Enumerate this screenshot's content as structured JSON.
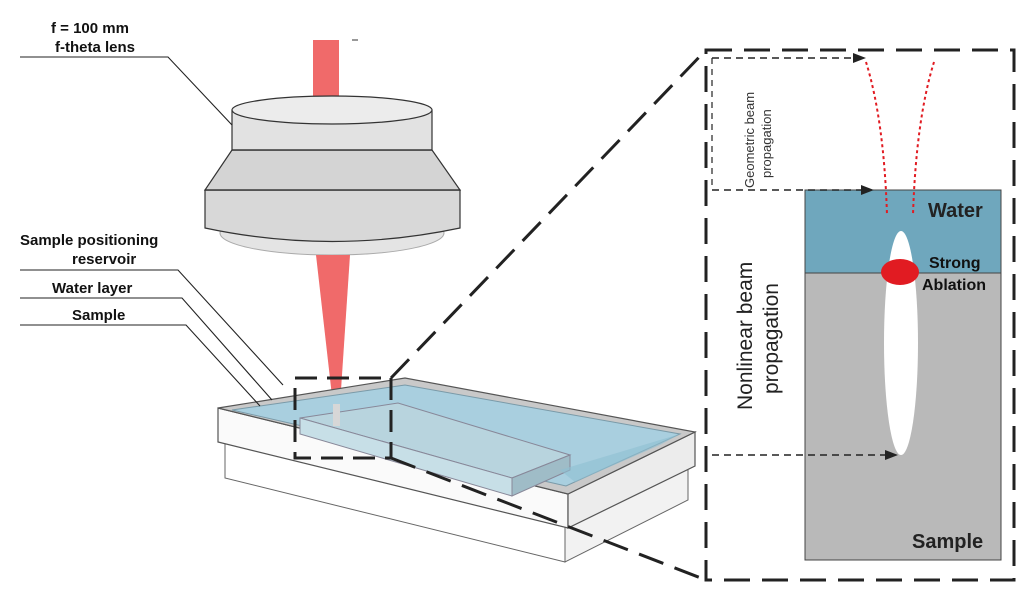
{
  "labels": {
    "lens_line1": "f = 100 mm",
    "lens_line2": "f-theta lens",
    "reservoir_line1": "Sample positioning",
    "reservoir_line2": "reservoir",
    "water_layer": "Water layer",
    "sample": "Sample"
  },
  "inset": {
    "water": "Water",
    "strong": "Strong",
    "ablation": "Ablation",
    "sample": "Sample",
    "geometric_line1": "Geometric beam",
    "geometric_line2": "propagation",
    "nonlinear_line1": "Nonlinear beam",
    "nonlinear_line2": "propagation"
  },
  "colors": {
    "beam": "#f06a6a",
    "water": "#6fa7bd",
    "sample_gray": "#b9b9b9",
    "ablation_spot": "#e11b22",
    "lens_gray": "#d9d9d9"
  }
}
